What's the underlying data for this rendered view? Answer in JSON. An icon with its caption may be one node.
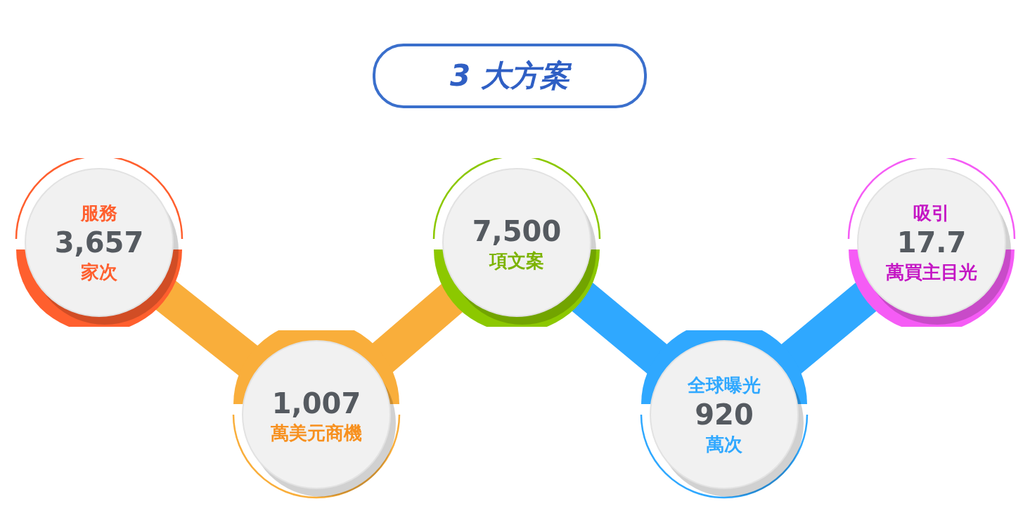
{
  "diagram": {
    "title": "3 大方案",
    "nodes": [
      {
        "text": [
          "服務",
          "3,657",
          "家次"
        ]
      },
      {
        "text": [
          "1,007",
          "萬美元商機"
        ]
      },
      {
        "text": [
          "7,500",
          "項文案"
        ]
      },
      {
        "text": [
          "全球曝光",
          "920",
          "萬次"
        ]
      },
      {
        "text": [
          "吸引",
          "17.7",
          "萬買主目光"
        ]
      }
    ],
    "edges": [
      {
        "from": 0,
        "to": 1,
        "arrow": "none",
        "color": "#f9ae3b"
      },
      {
        "from": 1,
        "to": 2,
        "arrow": "none",
        "color": "#f9ae3b"
      },
      {
        "from": 2,
        "to": 3,
        "arrow": "none",
        "color": "#2fa8ff"
      },
      {
        "from": 3,
        "to": 4,
        "arrow": "none",
        "color": "#2fa8ff"
      }
    ]
  }
}
